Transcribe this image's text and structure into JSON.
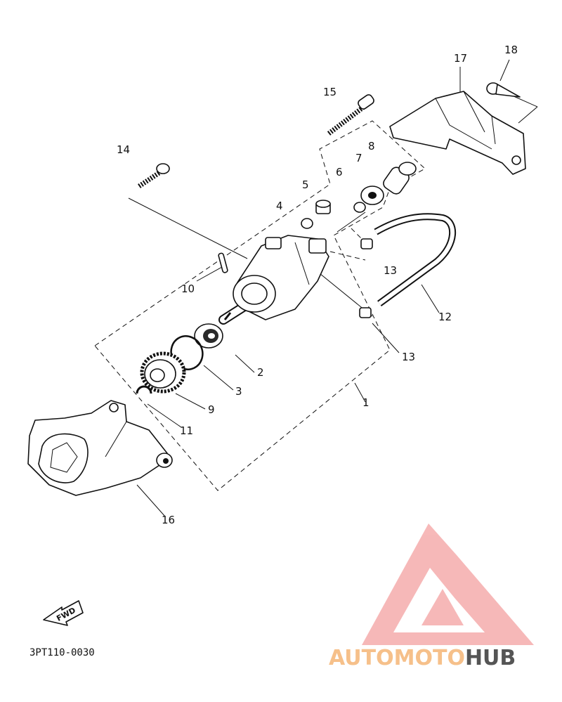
{
  "diagram": {
    "drawing_code": "3PT110-0030",
    "fwd_label": "FWD",
    "watermark": {
      "text_part1": "AUTOMOTO",
      "text_part2": "HUB",
      "color_part1": "#f6c08a",
      "color_part2": "#555555",
      "logo_color": "#f07f7f"
    },
    "callouts": [
      "1",
      "2",
      "3",
      "4",
      "5",
      "6",
      "7",
      "8",
      "9",
      "10",
      "11",
      "12",
      "13",
      "13",
      "14",
      "15",
      "16",
      "17",
      "18"
    ]
  }
}
